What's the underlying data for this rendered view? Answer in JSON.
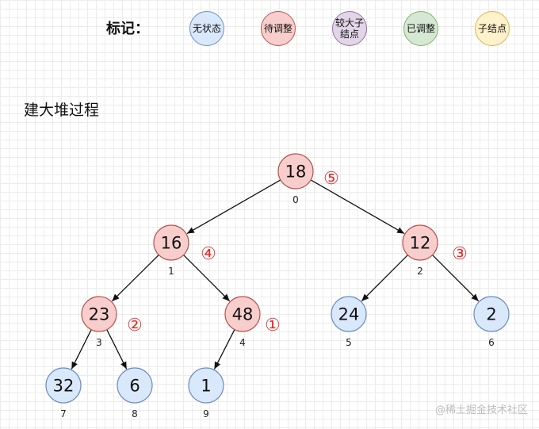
{
  "legend": {
    "title": "标记：",
    "items": [
      {
        "label": "无状态",
        "fill": "#dae8fc",
        "stroke": "#6c8ebf"
      },
      {
        "label": "待调整",
        "fill": "#f8cecc",
        "stroke": "#b85450"
      },
      {
        "label": "较大子\n结点",
        "fill": "#e1d5e7",
        "stroke": "#9673a6"
      },
      {
        "label": "已调整",
        "fill": "#d5e8d4",
        "stroke": "#82b366"
      },
      {
        "label": "子结点",
        "fill": "#fff2cc",
        "stroke": "#d6b656"
      }
    ]
  },
  "page_title": "建大堆过程",
  "tree": {
    "nodes": [
      {
        "value": "18",
        "index": "0",
        "state": "pending",
        "step": "⑤"
      },
      {
        "value": "16",
        "index": "1",
        "state": "pending",
        "step": "④"
      },
      {
        "value": "12",
        "index": "2",
        "state": "pending",
        "step": "③"
      },
      {
        "value": "23",
        "index": "3",
        "state": "pending",
        "step": "②"
      },
      {
        "value": "48",
        "index": "4",
        "state": "pending",
        "step": "①"
      },
      {
        "value": "24",
        "index": "5",
        "state": "none",
        "step": ""
      },
      {
        "value": "2",
        "index": "6",
        "state": "none",
        "step": ""
      },
      {
        "value": "32",
        "index": "7",
        "state": "none",
        "step": ""
      },
      {
        "value": "6",
        "index": "8",
        "state": "none",
        "step": ""
      },
      {
        "value": "1",
        "index": "9",
        "state": "none",
        "step": ""
      }
    ],
    "edges": [
      [
        0,
        1
      ],
      [
        0,
        2
      ],
      [
        1,
        3
      ],
      [
        1,
        4
      ],
      [
        2,
        5
      ],
      [
        2,
        6
      ],
      [
        3,
        7
      ],
      [
        3,
        8
      ],
      [
        4,
        9
      ]
    ],
    "colors": {
      "none": {
        "fill": "#dae8fc",
        "stroke": "#6c8ebf"
      },
      "pending": {
        "fill": "#f8cecc",
        "stroke": "#b85450"
      },
      "step": "#e03030"
    }
  },
  "watermark": "@稀土掘金技术社区"
}
